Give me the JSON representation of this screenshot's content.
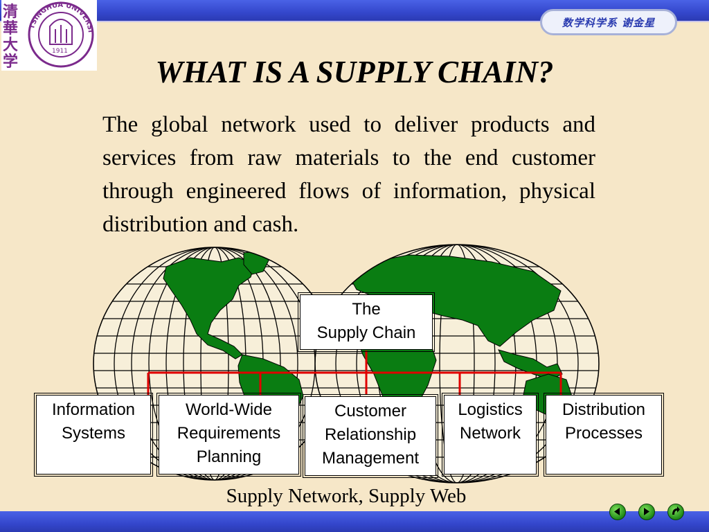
{
  "header": {
    "department_label": "数学科学系  谢金星"
  },
  "logo": {
    "chinese_name": "清華大学",
    "english_name": "TSINGHUA UNIVERSITY",
    "year": "1911"
  },
  "title": "WHAT IS A SUPPLY CHAIN?",
  "definition": "The global network used to deliver products and services from raw materials to the end customer through engineered flows of information, physical distribution and cash.",
  "diagram": {
    "center_box": "The\nSupply Chain",
    "components": [
      "Information\nSystems",
      "World-Wide\nRequirements\nPlanning",
      "Customer\nRelationship\nManagement",
      "Logistics\nNetwork",
      "Distribution\nProcesses"
    ],
    "connector_color": "#e00000",
    "land_color": "#0a7d12",
    "grid_color": "#000000"
  },
  "caption": "Supply Network, Supply Web",
  "navigation": {
    "icons": [
      "back-arrow-icon",
      "forward-arrow-icon",
      "return-icon"
    ]
  }
}
